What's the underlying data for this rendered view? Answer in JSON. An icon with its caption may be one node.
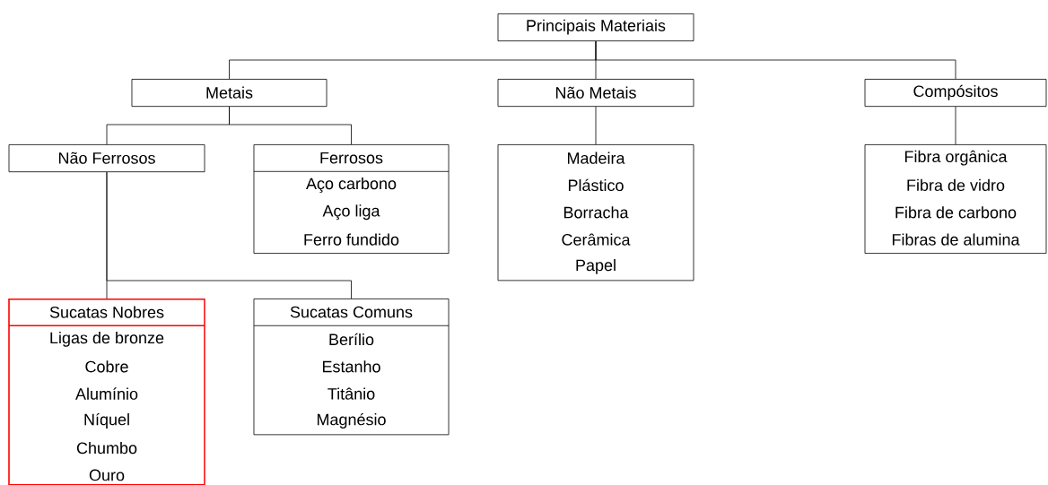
{
  "diagram": {
    "nodes": [
      {
        "text": [
          "Principais Materiais"
        ]
      },
      {
        "text": [
          "Metais"
        ]
      },
      {
        "text": [
          "Não Metais"
        ]
      },
      {
        "text": [
          "Compósitos"
        ]
      },
      {
        "text": [
          "Não Ferrosos"
        ]
      },
      {
        "text": [
          "Ferrosos",
          "Aço carbono",
          "Aço liga",
          "Ferro fundido"
        ]
      },
      {
        "text": [
          "Madeira",
          "Plástico",
          "Borracha",
          "Cerâmica",
          "Papel"
        ]
      },
      {
        "text": [
          "Fibra orgânica",
          "Fibra de vidro",
          "Fibra de carbono",
          "Fibras de alumina"
        ]
      },
      {
        "text": [
          "Sucatas Nobres",
          "Ligas de bronze",
          "Cobre",
          "Alumínio",
          "Níquel",
          "Chumbo",
          "Ouro"
        ]
      },
      {
        "text": [
          "Sucatas Comuns",
          "Berílio",
          "Estanho",
          "Titânio",
          "Magnésio"
        ]
      }
    ],
    "edges": [
      {
        "from": 0,
        "to": 1,
        "arrow": "none"
      },
      {
        "from": 0,
        "to": 2,
        "arrow": "none"
      },
      {
        "from": 0,
        "to": 3,
        "arrow": "none"
      },
      {
        "from": 1,
        "to": 4,
        "arrow": "none"
      },
      {
        "from": 1,
        "to": 5,
        "arrow": "none"
      },
      {
        "from": 2,
        "to": 6,
        "arrow": "none"
      },
      {
        "from": 3,
        "to": 7,
        "arrow": "none"
      },
      {
        "from": 4,
        "to": 8,
        "arrow": "none"
      },
      {
        "from": 4,
        "to": 9,
        "arrow": "none"
      }
    ]
  }
}
